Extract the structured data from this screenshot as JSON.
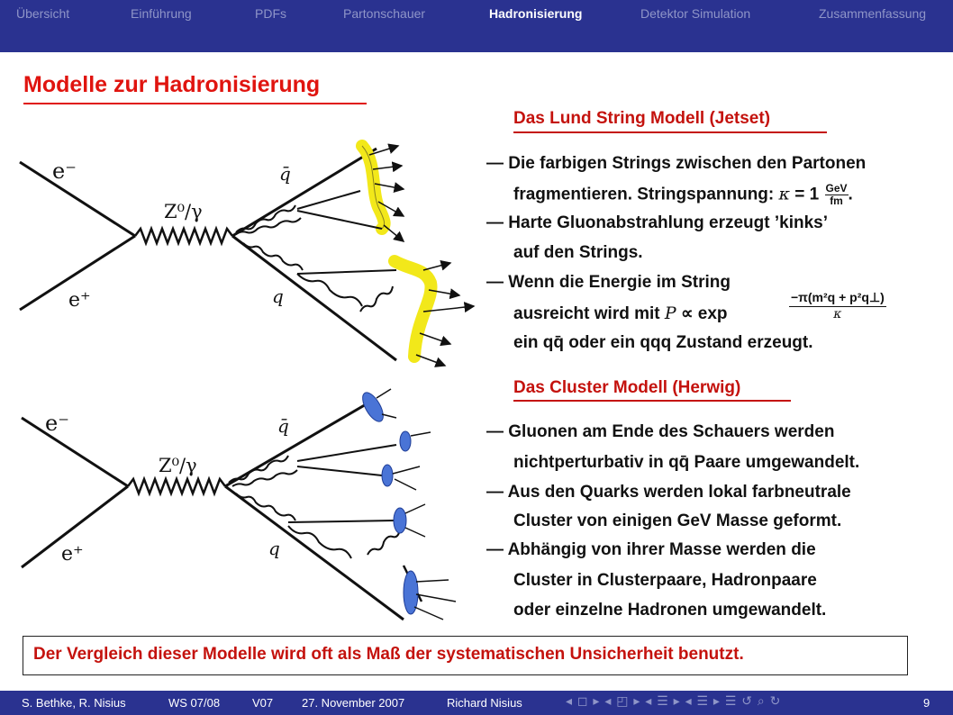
{
  "nav": {
    "tabs": [
      {
        "label": "Übersicht"
      },
      {
        "label": "Einführung"
      },
      {
        "label": "PDFs"
      },
      {
        "label": "Partonschauer"
      },
      {
        "label": "Hadronisierung",
        "active": true
      },
      {
        "label": "Detektor Simulation"
      },
      {
        "label": "Zusammenfassung"
      }
    ]
  },
  "slide": {
    "title": "Modelle zur Hadronisierung"
  },
  "lund": {
    "header": "Das Lund String Modell (Jetset)",
    "l1": "— Die farbigen Strings zwischen den Partonen",
    "l2a": "fragmentieren. Stringspannung:",
    "l2_kappa": "κ",
    "l2_eq": " = 1",
    "l2_num": "GeV",
    "l2_den": "fm",
    "l2_end": ".",
    "l3": "— Harte Gluonabstrahlung erzeugt ’kinks’",
    "l4": "auf den Strings.",
    "l5": "— Wenn die Energie im String",
    "l6a": "ausreicht wird mit ",
    "l6_P": "P",
    "l6b": " ∝ exp",
    "exp_num": "−π(m²q + p²q⊥)",
    "exp_den": "κ",
    "l7": "ein qq̄ oder ein qqq Zustand erzeugt."
  },
  "cluster": {
    "header": "Das Cluster Modell (Herwig)",
    "l1": "— Gluonen am Ende des Schauers werden",
    "l2": "nichtperturbativ in qq̄ Paare umgewandelt.",
    "l3": "— Aus den Quarks werden lokal farbneutrale",
    "l4": "Cluster von einigen GeV Masse geformt.",
    "l5": "— Abhängig von ihrer Masse werden die",
    "l6": "Cluster in Clusterpaare, Hadronpaare",
    "l7": "oder einzelne Hadronen umgewandelt."
  },
  "diagram_labels": {
    "e_minus": "e⁻",
    "e_plus": "e⁺",
    "boson": "Z⁰/γ",
    "qbar": "q̄",
    "q": "q"
  },
  "note": "Der Vergleich dieser Modelle wird oft als Maß der systematischen Unsicherheit benutzt.",
  "footer": {
    "authors": "S. Bethke, R. Nisius",
    "term": "WS 07/08",
    "lecture": "V07",
    "date": "27. November 2007",
    "speaker": "Richard Nisius",
    "nav_symbols": "◂ ◻ ▸ ◂ ◰ ▸ ◂ ☰ ▸ ◂ ☰ ▸   ☰   ↺ ⌕ ↻",
    "page": "9"
  },
  "colors": {
    "bar": "#2a3290",
    "title_red": "#e0140f",
    "string_yellow": "#f2e81a",
    "cluster_blue": "#4a74d6"
  }
}
